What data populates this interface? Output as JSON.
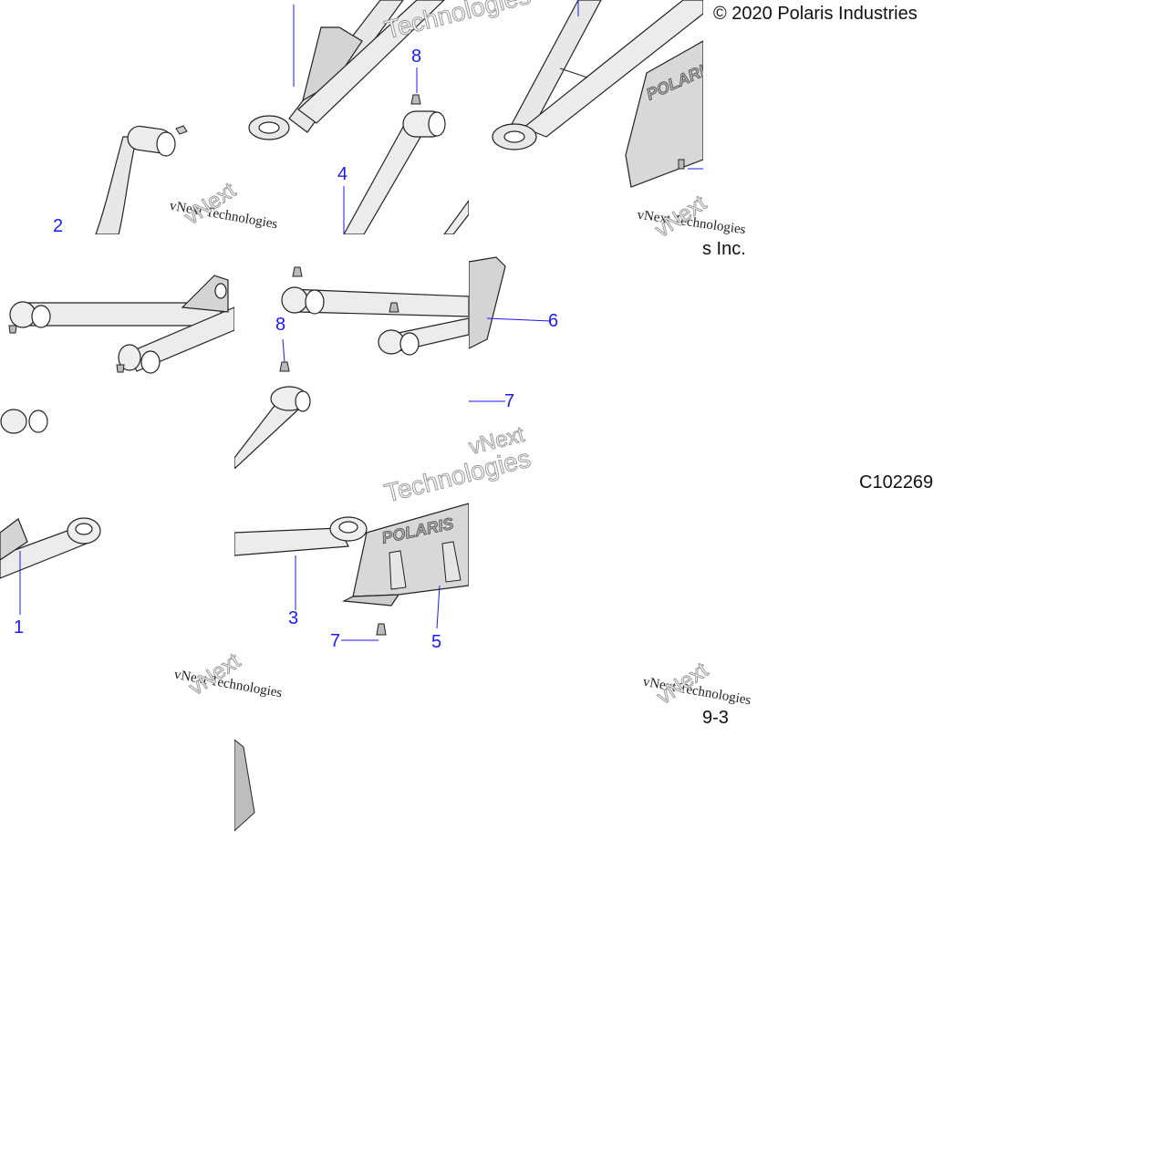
{
  "copyright": "© 2020 Polaris Industries",
  "copyright_tail": "s Inc.",
  "figure_code": "C102269",
  "figure_tail": "9-3",
  "brand_decal": "POLARIS",
  "watermark": {
    "small": "vNext Technologies",
    "outline_big": "Technologies",
    "outline_small": "vNext"
  },
  "callouts": [
    {
      "id": "1",
      "label": "1"
    },
    {
      "id": "2",
      "label": "2"
    },
    {
      "id": "3",
      "label": "3"
    },
    {
      "id": "4",
      "label": "4"
    },
    {
      "id": "5",
      "label": "5"
    },
    {
      "id": "6",
      "label": "6"
    },
    {
      "id": "7a",
      "label": "7"
    },
    {
      "id": "7b",
      "label": "7"
    },
    {
      "id": "8a",
      "label": "8"
    },
    {
      "id": "8b",
      "label": "8"
    }
  ],
  "colors": {
    "callout": "#1a1aff",
    "part_fill": "#e6e6e6",
    "part_stroke": "#222222",
    "watermark": "#cfcfcf"
  }
}
